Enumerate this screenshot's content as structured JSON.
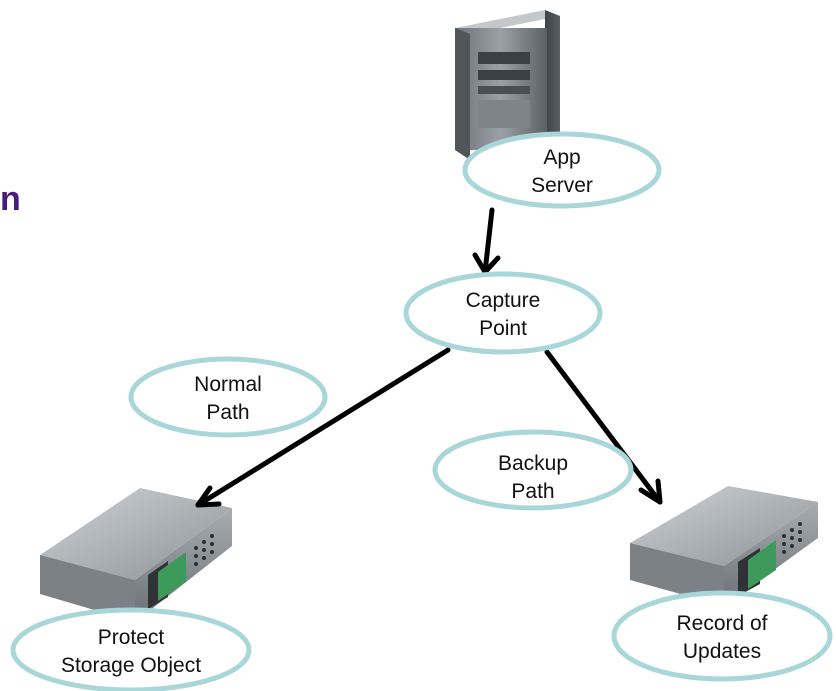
{
  "colors": {
    "ellipse_stroke": "#a9d6d8",
    "arrow": "#000000",
    "edge_text": "#4b1a7a"
  },
  "edge_fragment": "n",
  "nodes": {
    "app_server": {
      "line1": "App",
      "line2": "Server",
      "icon": "tower-server-icon"
    },
    "capture_point": {
      "line1": "Capture",
      "line2": "Point"
    },
    "normal_path": {
      "line1": "Normal",
      "line2": "Path"
    },
    "backup_path": {
      "line1": "Backup",
      "line2": "Path"
    },
    "protect_storage": {
      "line1": "Protect",
      "line2": "Storage Object",
      "icon": "storage-appliance-icon"
    },
    "record_updates": {
      "line1": "Record of",
      "line2": "Updates",
      "icon": "storage-appliance-icon"
    }
  },
  "edges": [
    {
      "from": "App Server",
      "to": "Capture Point"
    },
    {
      "from": "Capture Point",
      "to": "Protect Storage Object",
      "label": "Normal Path"
    },
    {
      "from": "Capture Point",
      "to": "Record of Updates",
      "label": "Backup Path"
    }
  ]
}
